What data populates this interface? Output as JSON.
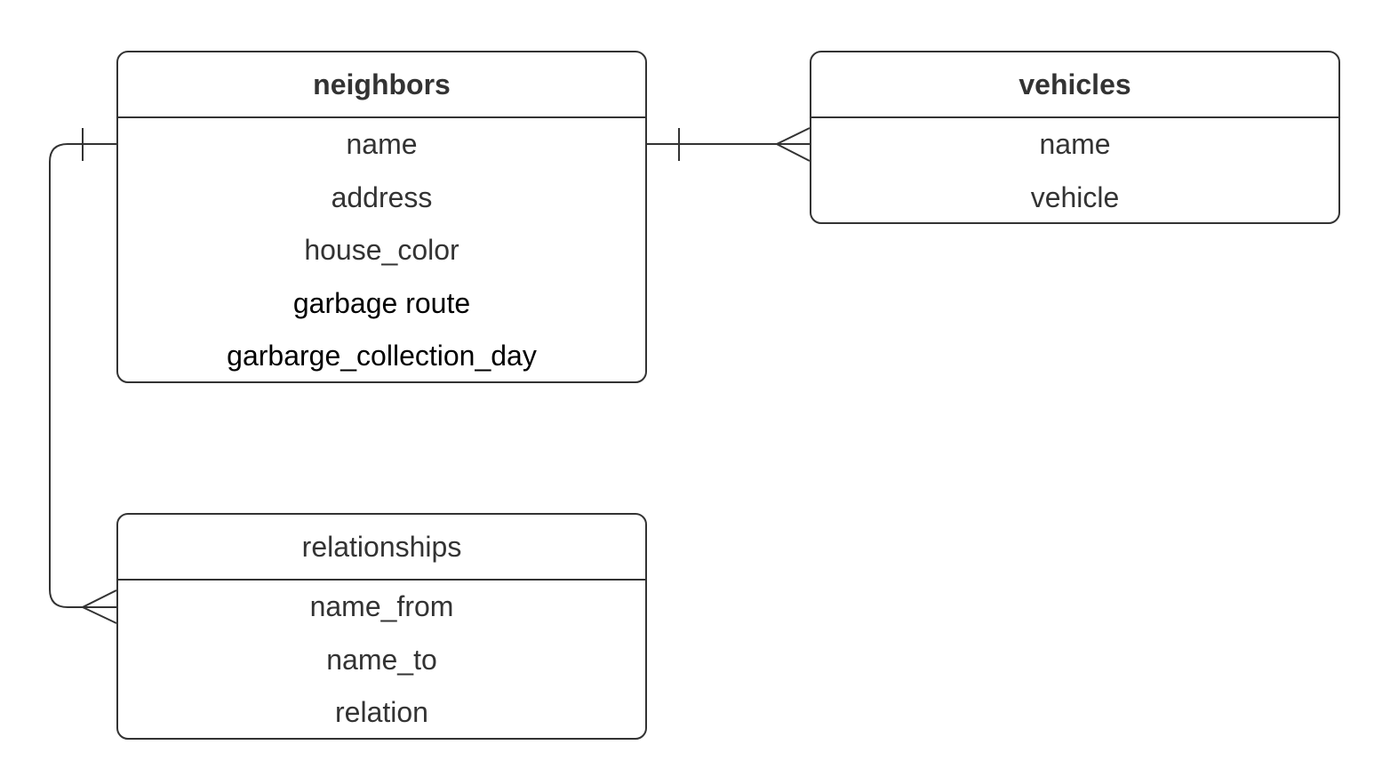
{
  "colors": {
    "stroke": "#333333",
    "text": "#333333",
    "text_dark": "#000000",
    "background": "#ffffff"
  },
  "entities": {
    "neighbors": {
      "title": "neighbors",
      "fields": [
        "name",
        "address",
        "house_color",
        "garbage route",
        "garbarge_collection_day"
      ]
    },
    "vehicles": {
      "title": "vehicles",
      "fields": [
        "name",
        "vehicle"
      ]
    },
    "relationships": {
      "title": "relationships",
      "fields": [
        "name_from",
        "name_to",
        "relation"
      ]
    }
  },
  "relations": [
    {
      "from": "neighbors.name",
      "to": "vehicles.name",
      "from_cardinality": "one",
      "to_cardinality": "many"
    },
    {
      "from": "neighbors.name",
      "to": "relationships.name_from",
      "from_cardinality": "one",
      "to_cardinality": "many"
    }
  ]
}
